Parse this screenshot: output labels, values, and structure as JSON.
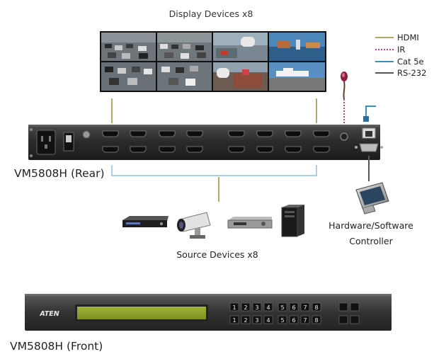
{
  "labels": {
    "display_devices": "Display Devices x8",
    "rear": "VM5808H (Rear)",
    "source_devices": "Source Devices x8",
    "controller_line1": "Hardware/Software",
    "controller_line2": "Controller",
    "front": "VM5808H (Front)",
    "brand": "ATEN"
  },
  "legend": [
    {
      "label": "HDMI",
      "color": "#b5a866",
      "style": "solid"
    },
    {
      "label": "IR",
      "color": "#c2477a",
      "style": "dashed"
    },
    {
      "label": "Cat 5e",
      "color": "#3a8fc0",
      "style": "solid"
    },
    {
      "label": "RS-232",
      "color": "#555555",
      "style": "solid"
    }
  ],
  "front_buttons": {
    "row1": [
      "1",
      "2",
      "3",
      "4",
      "5",
      "6",
      "7",
      "8"
    ],
    "row2": [
      "1",
      "2",
      "3",
      "4",
      "5",
      "6",
      "7",
      "8"
    ]
  },
  "colors": {
    "hdmi": "#b5a866",
    "ir": "#c2477a",
    "cat5e": "#3a8fc0",
    "rs232": "#555555",
    "chassis": "#2e2e2e",
    "lcd": "#8fa12d"
  }
}
